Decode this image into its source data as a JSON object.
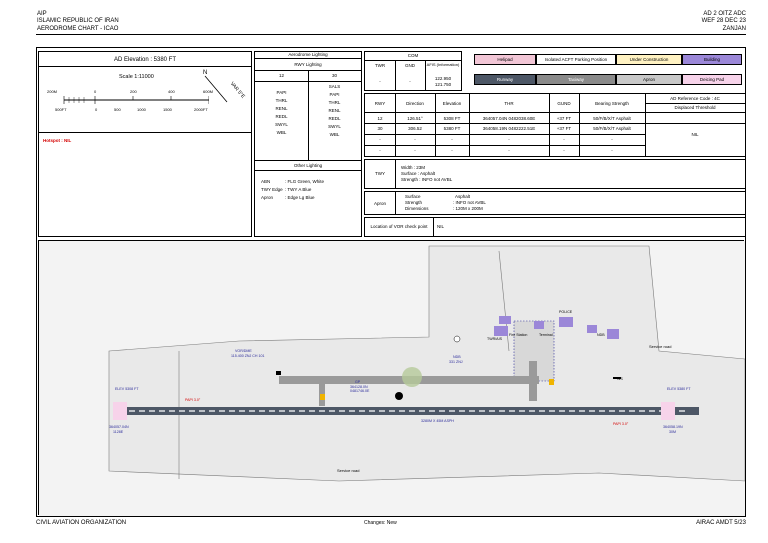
{
  "header": {
    "left_line1": "AIP",
    "left_line2": "ISLAMIC REPUBLIC OF IRAN",
    "title": "AERODROME CHART - ICAO",
    "right_line1": "AD 2 OITZ ADC",
    "right_line2": "WEF 28 DEC 23",
    "right_line3": "ZANJAN"
  },
  "left_panel": {
    "elevation": "AD Elevation : 5380 FT",
    "scale": "Scale 1:11000",
    "north": "N",
    "var": "VAR 5°E",
    "scale_m": [
      "200M",
      "0",
      "200",
      "400",
      "600M"
    ],
    "scale_ft": [
      "500FT",
      "0",
      "500",
      "1000",
      "1500",
      "2000FT"
    ],
    "hotspot": "Hotspot : NIL"
  },
  "lighting": {
    "title": "Aerodrome Lighting",
    "rwy_title": "RWY Lighting",
    "rwy_left": "12",
    "rwy_right": "30",
    "left_items": [
      "PAPI",
      "THRL",
      "RENL",
      "REDL",
      "SWYL",
      "WBL"
    ],
    "right_items": [
      "SALS",
      "PAPI",
      "THRL",
      "RENL",
      "REDL",
      "SWYL",
      "WBL"
    ],
    "other_title": "Other Lighting",
    "other_rows": [
      {
        "k": "ABN",
        "v": ": FLG Green, White"
      },
      {
        "k": "TWY Edge",
        "v": ": TWY A Blue"
      },
      {
        "k": "Apron",
        "v": ": Edge Lg Blue"
      }
    ]
  },
  "com": {
    "title": "COM",
    "twr": "TWR",
    "gnd": "GND",
    "afis": "AFIS (Information)",
    "twr_v": "-",
    "gnd_v": "-",
    "afis_v1": "122.950",
    "afis_v2": "121.750"
  },
  "legend": {
    "helipad": "Helipad",
    "isolated": "Isolated ACFT Parking Position",
    "construction": "Under Construction",
    "building": "Building",
    "runway": "Runway",
    "taxiway": "Taxiway",
    "apron": "Apron",
    "deicing": "Deicing Pad"
  },
  "rwy_table": {
    "headers": [
      "RWY",
      "Direction",
      "Elevation",
      "THR",
      "GUND",
      "Bearing Strength"
    ],
    "rows": [
      [
        "12",
        "126.51°",
        "5308 FT",
        "364057.04N 0482038.60E",
        "+37 FT",
        "50/F/B/X/T Asphalt"
      ],
      [
        "30",
        "306.52",
        "5380 FT",
        "364058.19N 0482222.51E",
        "+37 FT",
        "50/F/B/X/T Asphalt"
      ],
      [
        "-",
        "-",
        "-",
        "-",
        "-",
        "-"
      ],
      [
        "-",
        "-",
        "-",
        "-",
        "-",
        "-"
      ]
    ],
    "ref_code": "AD Reference Code :   4C",
    "displaced": "Displaced Threshold",
    "displaced_v": "NIL"
  },
  "twy": {
    "label": "TWY",
    "width": "Width      : 23M",
    "surface": "Surface  : Asphalt",
    "strength": "Strength : INFO not AVBL"
  },
  "apron": {
    "label": "Apron",
    "surface_k": "Surface",
    "surface_v": "Asphalt",
    "strength_k": "Strength",
    "strength_v": ": INFO not AVBL",
    "dim_k": "Dimensions",
    "dim_v": ":   120M x 200M"
  },
  "vor": {
    "label": "Location of VOR check point",
    "value": "NIL"
  },
  "map": {
    "service_road_top": "Service road",
    "service_road_bottom": "Service road",
    "vor_label1": "VOR/DME",
    "vor_label2": "115.400 ZNJ CH 101",
    "ndb1": "NDB",
    "ndb2": "331 ZNJ",
    "gp1": "GP",
    "gp2": "364128.0N",
    "gp3": "0481746.0E",
    "rwy_text": "3280M X 45M ASPH",
    "elev_left": "ELEV 5308 FT",
    "elev_right": "ELEV 5380 FT",
    "thr_left": "364057.04N",
    "thr_left2": "1128E",
    "thr_right": "364058.19N",
    "thr_right2": "30M",
    "papi_left": "PAPI 3.0°",
    "papi_right": "PAPI 3.0°",
    "ws": "WS",
    "police": "POLICE",
    "fire": "Fire Station",
    "terminal": "Terminal",
    "ndb_site": "NDB",
    "tower": "TWR/AIS"
  },
  "footer": {
    "left": "CIVIL AVIATION ORGANIZATION",
    "center": "Changes: New",
    "right": "AIRAC AMDT 5/23"
  },
  "colors": {
    "helipad": "#f2c6d6",
    "building": "#9b87d8",
    "runway": "#4d5766",
    "taxiway": "#8a8a8a",
    "apron": "#c8c8c8",
    "deicing": "#f7d3ea",
    "construction": "#fff2c2"
  }
}
